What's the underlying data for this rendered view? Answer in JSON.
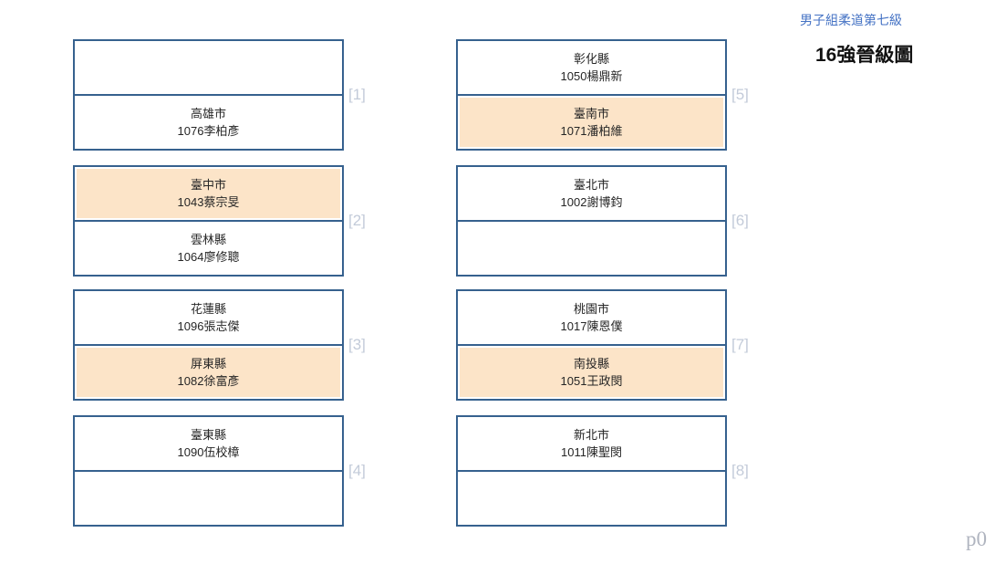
{
  "header": {
    "division": "男子組柔道第七級",
    "title": "16強晉級圖"
  },
  "page_number": "p0",
  "colors": {
    "box_border": "#36618E",
    "winner_highlight": "#FCE4C8",
    "match_label": "#C3CBD9",
    "division_blue": "#4472C4"
  },
  "matches": [
    {
      "label": "[1]",
      "slots": [
        {
          "team": "",
          "athlete": "",
          "highlight": false
        },
        {
          "team": "高雄市",
          "athlete": "1076李柏彥",
          "highlight": false
        }
      ]
    },
    {
      "label": "[2]",
      "slots": [
        {
          "team": "臺中市",
          "athlete": "1043蔡宗旻",
          "highlight": true
        },
        {
          "team": "雲林縣",
          "athlete": "1064廖修聰",
          "highlight": false
        }
      ]
    },
    {
      "label": "[3]",
      "slots": [
        {
          "team": "花蓮縣",
          "athlete": "1096張志傑",
          "highlight": false
        },
        {
          "team": "屏東縣",
          "athlete": "1082徐富彥",
          "highlight": true
        }
      ]
    },
    {
      "label": "[4]",
      "slots": [
        {
          "team": "臺東縣",
          "athlete": "1090伍校樟",
          "highlight": false
        },
        {
          "team": "",
          "athlete": "",
          "highlight": false
        }
      ]
    },
    {
      "label": "[5]",
      "slots": [
        {
          "team": "彰化縣",
          "athlete": "1050楊鼎新",
          "highlight": false
        },
        {
          "team": "臺南市",
          "athlete": "1071潘柏維",
          "highlight": true
        }
      ]
    },
    {
      "label": "[6]",
      "slots": [
        {
          "team": "臺北市",
          "athlete": "1002謝博鈞",
          "highlight": false
        },
        {
          "team": "",
          "athlete": "",
          "highlight": false
        }
      ]
    },
    {
      "label": "[7]",
      "slots": [
        {
          "team": "桃園市",
          "athlete": "1017陳恩僕",
          "highlight": false
        },
        {
          "team": "南投縣",
          "athlete": "1051王政閔",
          "highlight": true
        }
      ]
    },
    {
      "label": "[8]",
      "slots": [
        {
          "team": "新北市",
          "athlete": "1011陳聖閔",
          "highlight": false
        },
        {
          "team": "",
          "athlete": "",
          "highlight": false
        }
      ]
    }
  ]
}
